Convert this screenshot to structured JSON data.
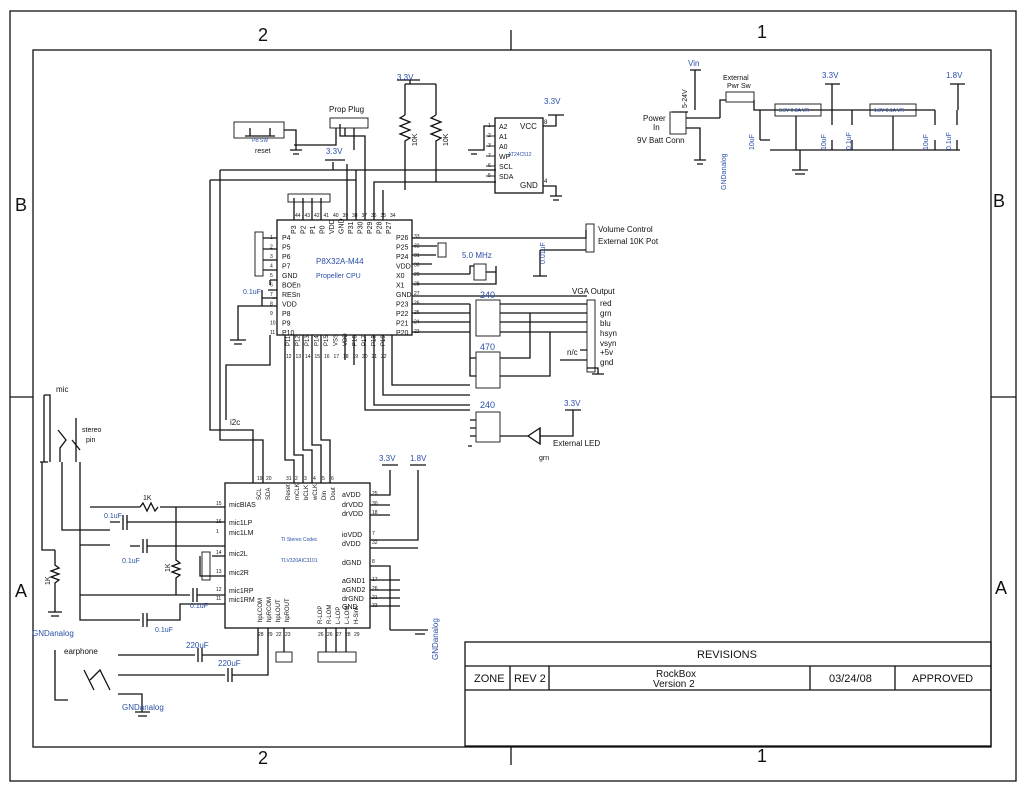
{
  "frame": {
    "zones_top": [
      "2",
      "1"
    ],
    "zones_bottom": [
      "2",
      "1"
    ],
    "zones_left": [
      "B",
      "A"
    ],
    "zones_right": [
      "B",
      "A"
    ]
  },
  "title_block": {
    "revisions": "REVISIONS",
    "zone": "ZONE",
    "rev": "REV 2",
    "title_line1": "RockBox",
    "title_line2": "Version 2",
    "date": "03/24/08",
    "approved": "APPROVED"
  },
  "cpu": {
    "part": "P8X32A-M44",
    "name": "Propeller CPU",
    "left_pins": [
      "P4",
      "P5",
      "P6",
      "P7",
      "GND",
      "BOEn",
      "RESn",
      "VDD",
      "P8",
      "P9",
      "P10"
    ],
    "left_nums": [
      "1",
      "2",
      "3",
      "4",
      "5",
      "6",
      "7",
      "8",
      "9",
      "10",
      "11"
    ],
    "top_pins": [
      "P3",
      "P2",
      "P1",
      "P0",
      "VDD",
      "GND",
      "P31",
      "P30",
      "P29",
      "P28",
      "P27"
    ],
    "top_nums": [
      "44",
      "43",
      "42",
      "41",
      "40",
      "39",
      "38",
      "37",
      "36",
      "35",
      "34"
    ],
    "right_pins": [
      "P26",
      "P25",
      "P24",
      "VDD",
      "X0",
      "X1",
      "GND",
      "P23",
      "P22",
      "P21",
      "P20"
    ],
    "right_nums": [
      "33",
      "32",
      "31",
      "30",
      "29",
      "28",
      "27",
      "26",
      "25",
      "24",
      "23"
    ],
    "bottom_pins": [
      "P11",
      "P12",
      "P13",
      "P14",
      "P15",
      "VSS",
      "VDD",
      "P16",
      "P17",
      "P18",
      "P19"
    ],
    "bottom_nums": [
      "12",
      "13",
      "14",
      "15",
      "16",
      "17",
      "18",
      "19",
      "20",
      "21",
      "22"
    ]
  },
  "eeprom": {
    "part": "AT24C512",
    "left_pins": [
      "A2",
      "A1",
      "A0",
      "WP",
      "SCL",
      "SDA"
    ],
    "left_nums": [
      "1",
      "2",
      "3",
      "7",
      "6",
      "5"
    ],
    "vcc": "VCC",
    "gnd": "GND",
    "vcc_num": "8",
    "gnd_num": "4"
  },
  "codec": {
    "name": "TI Stereo Codec",
    "part": "TLV320AIC3101",
    "left_pins": [
      "micBIAS",
      "mic1LP",
      "mic1LM",
      "mic2L",
      "mic2R",
      "mic1RP",
      "mic1RM",
      "hpLCOM",
      "hpRCOM",
      "hpLOUT",
      "hpROUT"
    ],
    "left_nums": [
      "15",
      "16",
      "1",
      "14",
      "13",
      "12",
      "11",
      "28",
      "29",
      "22",
      "23"
    ],
    "top_pins": [
      "SCL",
      "SDA",
      "Reset",
      "mCLK",
      "bCLK",
      "wCLK",
      "Din",
      "Dout"
    ],
    "top_nums": [
      "19",
      "20",
      "31",
      "2",
      "3",
      "4",
      "5",
      "6"
    ],
    "right_pins": [
      "aVDD",
      "drVDD",
      "drVDD",
      "ioVDD",
      "dVDD",
      "dGND",
      "aGND1",
      "aGND2",
      "drGND",
      "GND"
    ],
    "right_nums": [
      "25",
      "30",
      "18",
      "7",
      "32",
      "8",
      "17",
      "26",
      "21",
      "33"
    ],
    "bottom_pins": [
      "R-LOP",
      "R-LOM",
      "L-LOP",
      "L-LOM",
      "H-Sink"
    ],
    "bottom_nums": [
      "26",
      "26",
      "27",
      "28",
      "29"
    ]
  },
  "power": {
    "rails": [
      "3.3V",
      "1.8V",
      "Vin",
      "5-24V"
    ],
    "power_in": "Power",
    "power_in2": "In",
    "batt": "9V Batt Conn",
    "ext_sw1": "External",
    "ext_sw2": "Pwr Sw",
    "reg1": "3.3V 0.8A VR",
    "reg2": "1.8V 0.1A VR",
    "caps": [
      "10uF",
      "10uF",
      "0.1uF",
      "10uF",
      "0.1uF"
    ],
    "gnd_analog": "GNDanalog"
  },
  "labels": {
    "prop_plug": "Prop Plug",
    "reset_sw": "PB SW",
    "reset": "reset",
    "r10k_1": "10K",
    "r10k_2": "10K",
    "volume": "Volume Control",
    "volume2": "External 10K Pot",
    "crystal": "5.0 MHz",
    "cap_0p01": "0.01uF",
    "cap_0p1_cpu": "0.1uF",
    "vga": "VGA Output",
    "vga_pins": [
      "red",
      "grn",
      "blu",
      "hsyn",
      "vsyn",
      "+5v",
      "gnd"
    ],
    "nc": "n/c",
    "r240": "240",
    "r470": "470",
    "r240b": "240",
    "ext_led": "External LED",
    "grn": "grn",
    "i2c": "i2c",
    "mic": "mic",
    "stereo1": "stereo",
    "stereo2": "pin",
    "r1k_a": "1K",
    "r1k_b": "1K",
    "r1k_c": "1K",
    "c01_a": "0.1uF",
    "c01_b": "0.1uF",
    "c01_c": "0.1uF",
    "c01_d": "0.1uF",
    "earphone": "earphone",
    "c220_a": "220uF",
    "c220_b": "220uF",
    "gnd_analog_a": "GNDanalog",
    "gnd_analog_b": "GNDanalog",
    "gnd_analog_c": "GNDanalog",
    "rail_33_a": "3.3V",
    "rail_33_b": "3.3V",
    "rail_33_c": "3.3V",
    "rail_33_d": "3.3V",
    "rail_33_e": "3.3V",
    "rail_18": "1.8V"
  }
}
